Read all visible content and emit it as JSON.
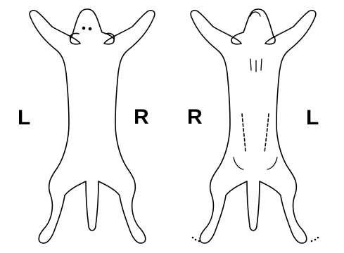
{
  "figure": {
    "dorsal_view": {
      "left_label": "L",
      "right_label": "R"
    },
    "ventral_view": {
      "left_label": "R",
      "right_label": "L"
    }
  }
}
